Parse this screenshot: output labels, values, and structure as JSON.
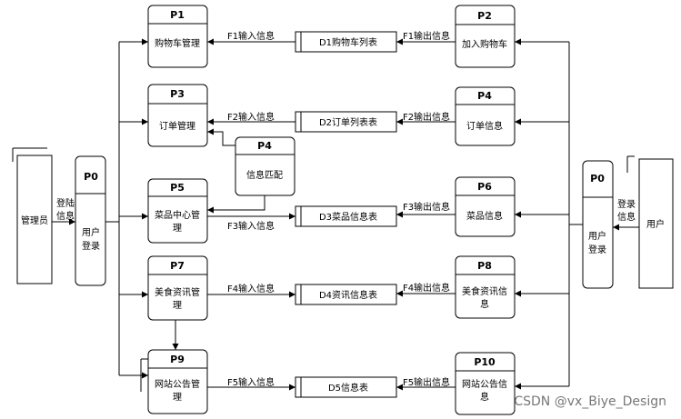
{
  "actors": {
    "admin": "管理员",
    "user": "用户"
  },
  "login": {
    "left_id": "P0",
    "left_line1": "用户",
    "left_line2": "登录",
    "right_id": "P0",
    "right_line1": "用户",
    "right_line2": "登录",
    "admin_flow_1": "登陆",
    "admin_flow_2": "信息",
    "user_flow_1": "登录",
    "user_flow_2": "信息"
  },
  "processes": {
    "p1": {
      "id": "P1",
      "label": "购物车管理"
    },
    "p2": {
      "id": "P2",
      "label": "加入购物车"
    },
    "p3": {
      "id": "P3",
      "label": "订单管理"
    },
    "p4": {
      "id": "P4",
      "label": "订单信息"
    },
    "p4m": {
      "id": "P4",
      "label": "信息匹配"
    },
    "p5": {
      "id": "P5",
      "line1": "菜品中心管",
      "line2": "理"
    },
    "p6": {
      "id": "P6",
      "label": "菜品信息"
    },
    "p7": {
      "id": "P7",
      "line1": "美食资讯管",
      "line2": "理"
    },
    "p8": {
      "id": "P8",
      "line1": "美食资讯信",
      "line2": "息"
    },
    "p9": {
      "id": "P9",
      "line1": "网站公告管",
      "line2": "理"
    },
    "p10": {
      "id": "P10",
      "line1": "网站公告信",
      "line2": "息"
    }
  },
  "stores": {
    "d1": "D1购物车列表",
    "d2": "D2订单列表表",
    "d3": "D3菜品信息表",
    "d4": "D4资讯信息表",
    "d5": "D5信息表"
  },
  "flows": {
    "f1_in": "F1输入信息",
    "f1_out": "F1输出信息",
    "f2_in": "F2输入信息",
    "f2_out": "F2输出信息",
    "f3_in": "F3输入信息",
    "f3_out": "F3输出信息",
    "f4_in": "F4输入信息",
    "f4_out": "F4输出信息",
    "f5_in": "F5输入信息",
    "f5_out": "F5输出信息"
  },
  "watermark": "CSDN @vx_Biye_Design"
}
